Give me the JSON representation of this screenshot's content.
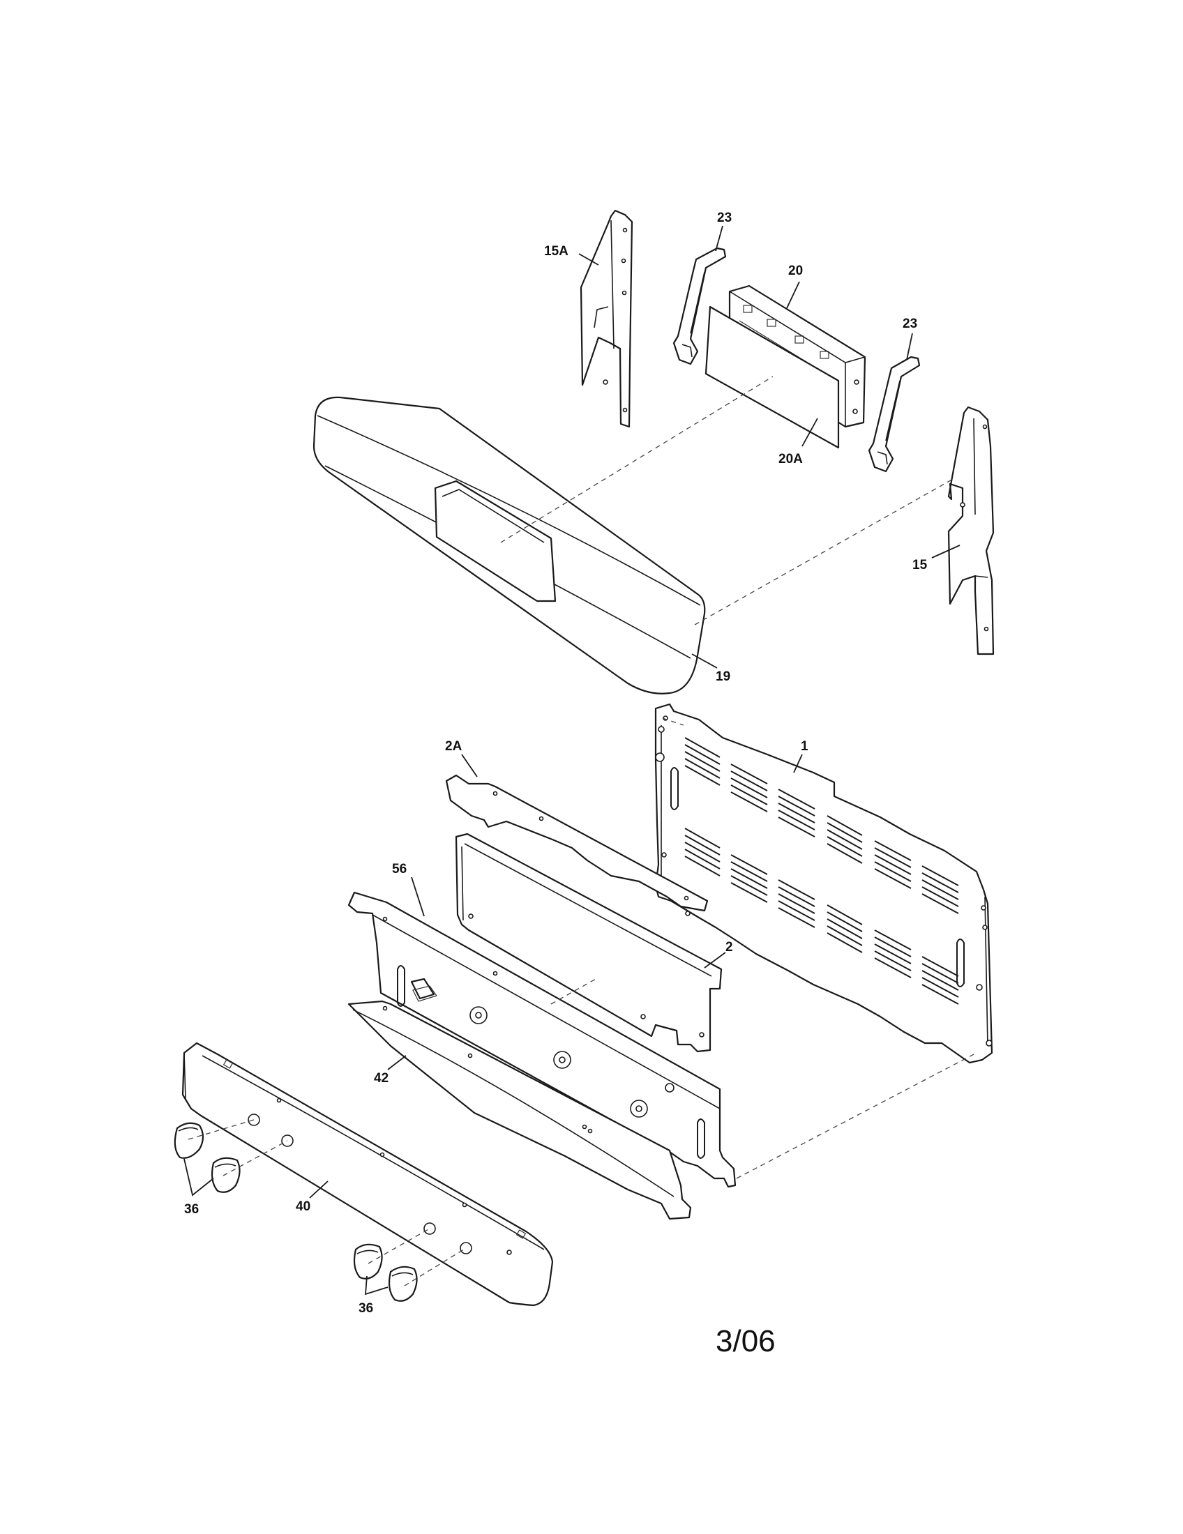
{
  "callouts": {
    "c15a": "15A",
    "c23a": "23",
    "c20": "20",
    "c23b": "23",
    "c20a": "20A",
    "c15": "15",
    "c19": "19",
    "c1": "1",
    "c2a": "2A",
    "c56": "56",
    "c2": "2",
    "c42": "42",
    "c36a": "36",
    "c40": "40",
    "c36b": "36"
  },
  "date_stamp": "3/06"
}
